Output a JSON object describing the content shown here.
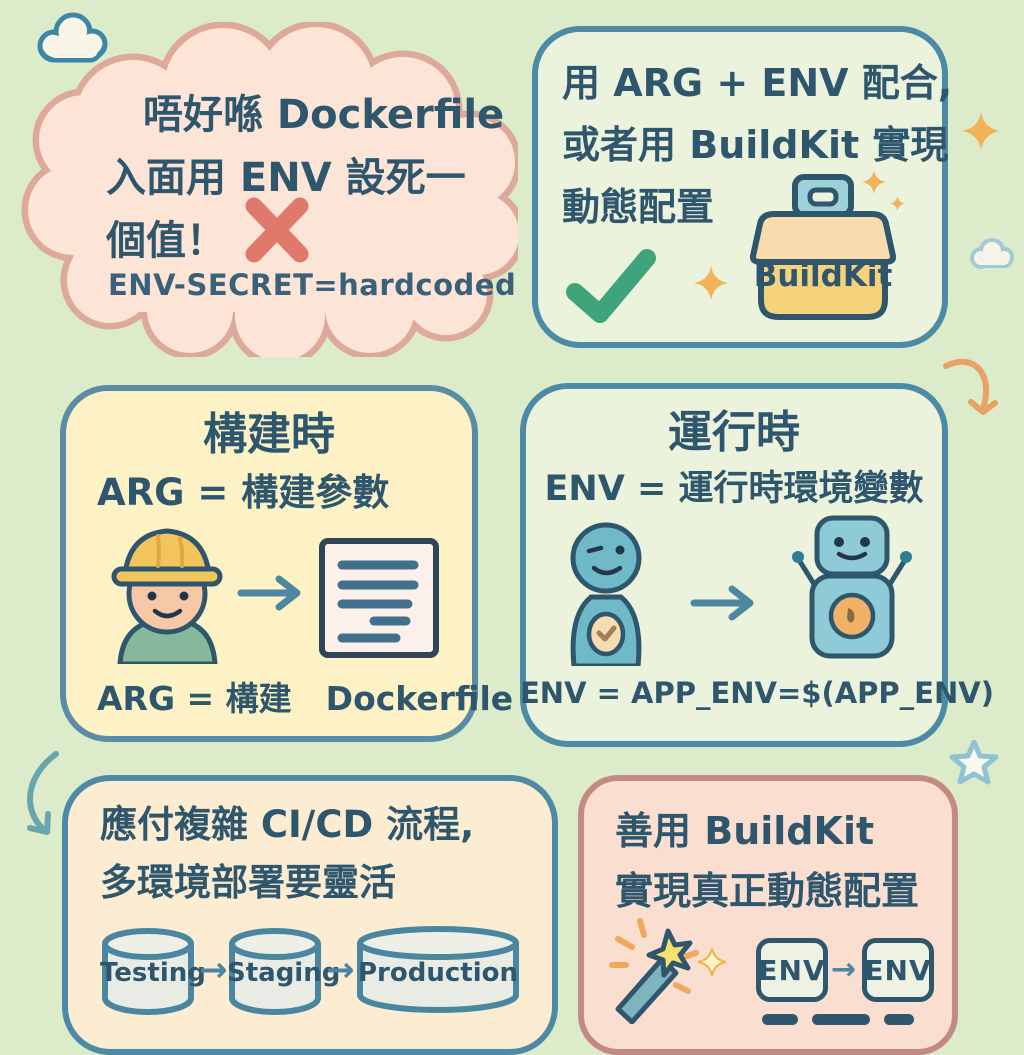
{
  "palette": {
    "background": "#dcebc9",
    "text": "#2e566d",
    "teal_border": "#4d8aa6",
    "rose_border": "#c28a80",
    "cloud_fill": "#fce5d7",
    "cloud_border": "#dca99b",
    "yellow_panel": "#fcf2c5",
    "green_panel": "#ecf3dd",
    "cream_panel": "#fcedd2",
    "pink_panel": "#fadfd1",
    "x_red": "#e0796b",
    "check_green": "#3fa47c",
    "toolbox_yellow": "#f5d27b",
    "sparkle_orange": "#f2b257"
  },
  "icons": {
    "reject": "x-icon",
    "approve": "check-icon",
    "toolbox": "toolbox-icon",
    "builder": "worker-icon",
    "dockerfile": "document-icon",
    "user": "person-icon",
    "container": "robot-icon",
    "database": "cylinder-icon",
    "magic": "wand-icon"
  },
  "panels": {
    "warning_cloud": {
      "line1": "唔好喺 Dockerfile",
      "line2": "入面用 ENV 設死一",
      "line3": "個值！",
      "code": "ENV-SECRET=hardcoded"
    },
    "solution": {
      "line1": "用 ARG + ENV 配合,",
      "line2": "或者用 BuildKit 實現",
      "line3": "動態配置",
      "toolbox_label": "BuildKit"
    },
    "build_time": {
      "title": "構建時",
      "subtitle": "ARG = 構建參數",
      "caption_left": "ARG = 構建",
      "caption_right": "Dockerfile"
    },
    "run_time": {
      "title": "運行時",
      "subtitle": "ENV = 運行時環境變數",
      "caption": "ENV = APP_ENV=$(APP_ENV)"
    },
    "cicd": {
      "line1": "應付複雜 CI/CD 流程,",
      "line2": "多環境部署要靈活",
      "arrow": "→",
      "stages": [
        "Testing",
        "Staging",
        "Production"
      ]
    },
    "buildkit_dynamic": {
      "line1": "善用 BuildKit",
      "line2": "實現真正動態配置",
      "arrow": "→",
      "env_boxes": [
        "ENV",
        "ENV"
      ]
    }
  }
}
